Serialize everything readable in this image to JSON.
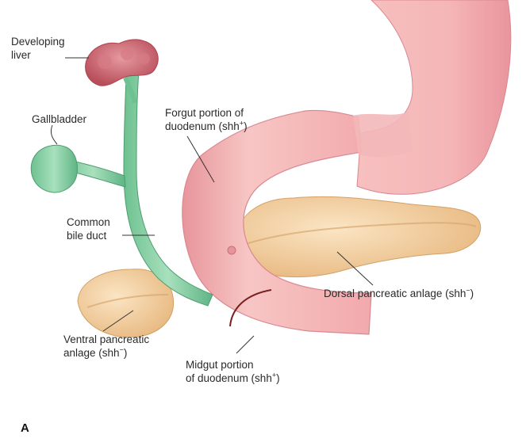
{
  "labels": {
    "developing_liver": [
      "Developing",
      "liver"
    ],
    "gallbladder": "Gallbladder",
    "common_bile_duct": [
      "Common",
      "bile duct"
    ],
    "forgut": [
      "Forgut portion of",
      "duodenum (shh",
      "+",
      ")"
    ],
    "dorsal": [
      "Dorsal pancreatic anlage (shh",
      "−",
      ")"
    ],
    "ventral": [
      "Ventral pancreatic",
      "anlage (shh",
      "−",
      ")"
    ],
    "midgut": [
      "Midgut portion",
      "of duodenum (shh",
      "+",
      ")"
    ],
    "panel": "A"
  },
  "colors": {
    "gut_pink": "#f4b5b5",
    "gut_shadow": "#e08a92",
    "pancreas": "#f1cfa0",
    "duct_green": "#8ed1a8",
    "liver_red": "#c8606a"
  }
}
